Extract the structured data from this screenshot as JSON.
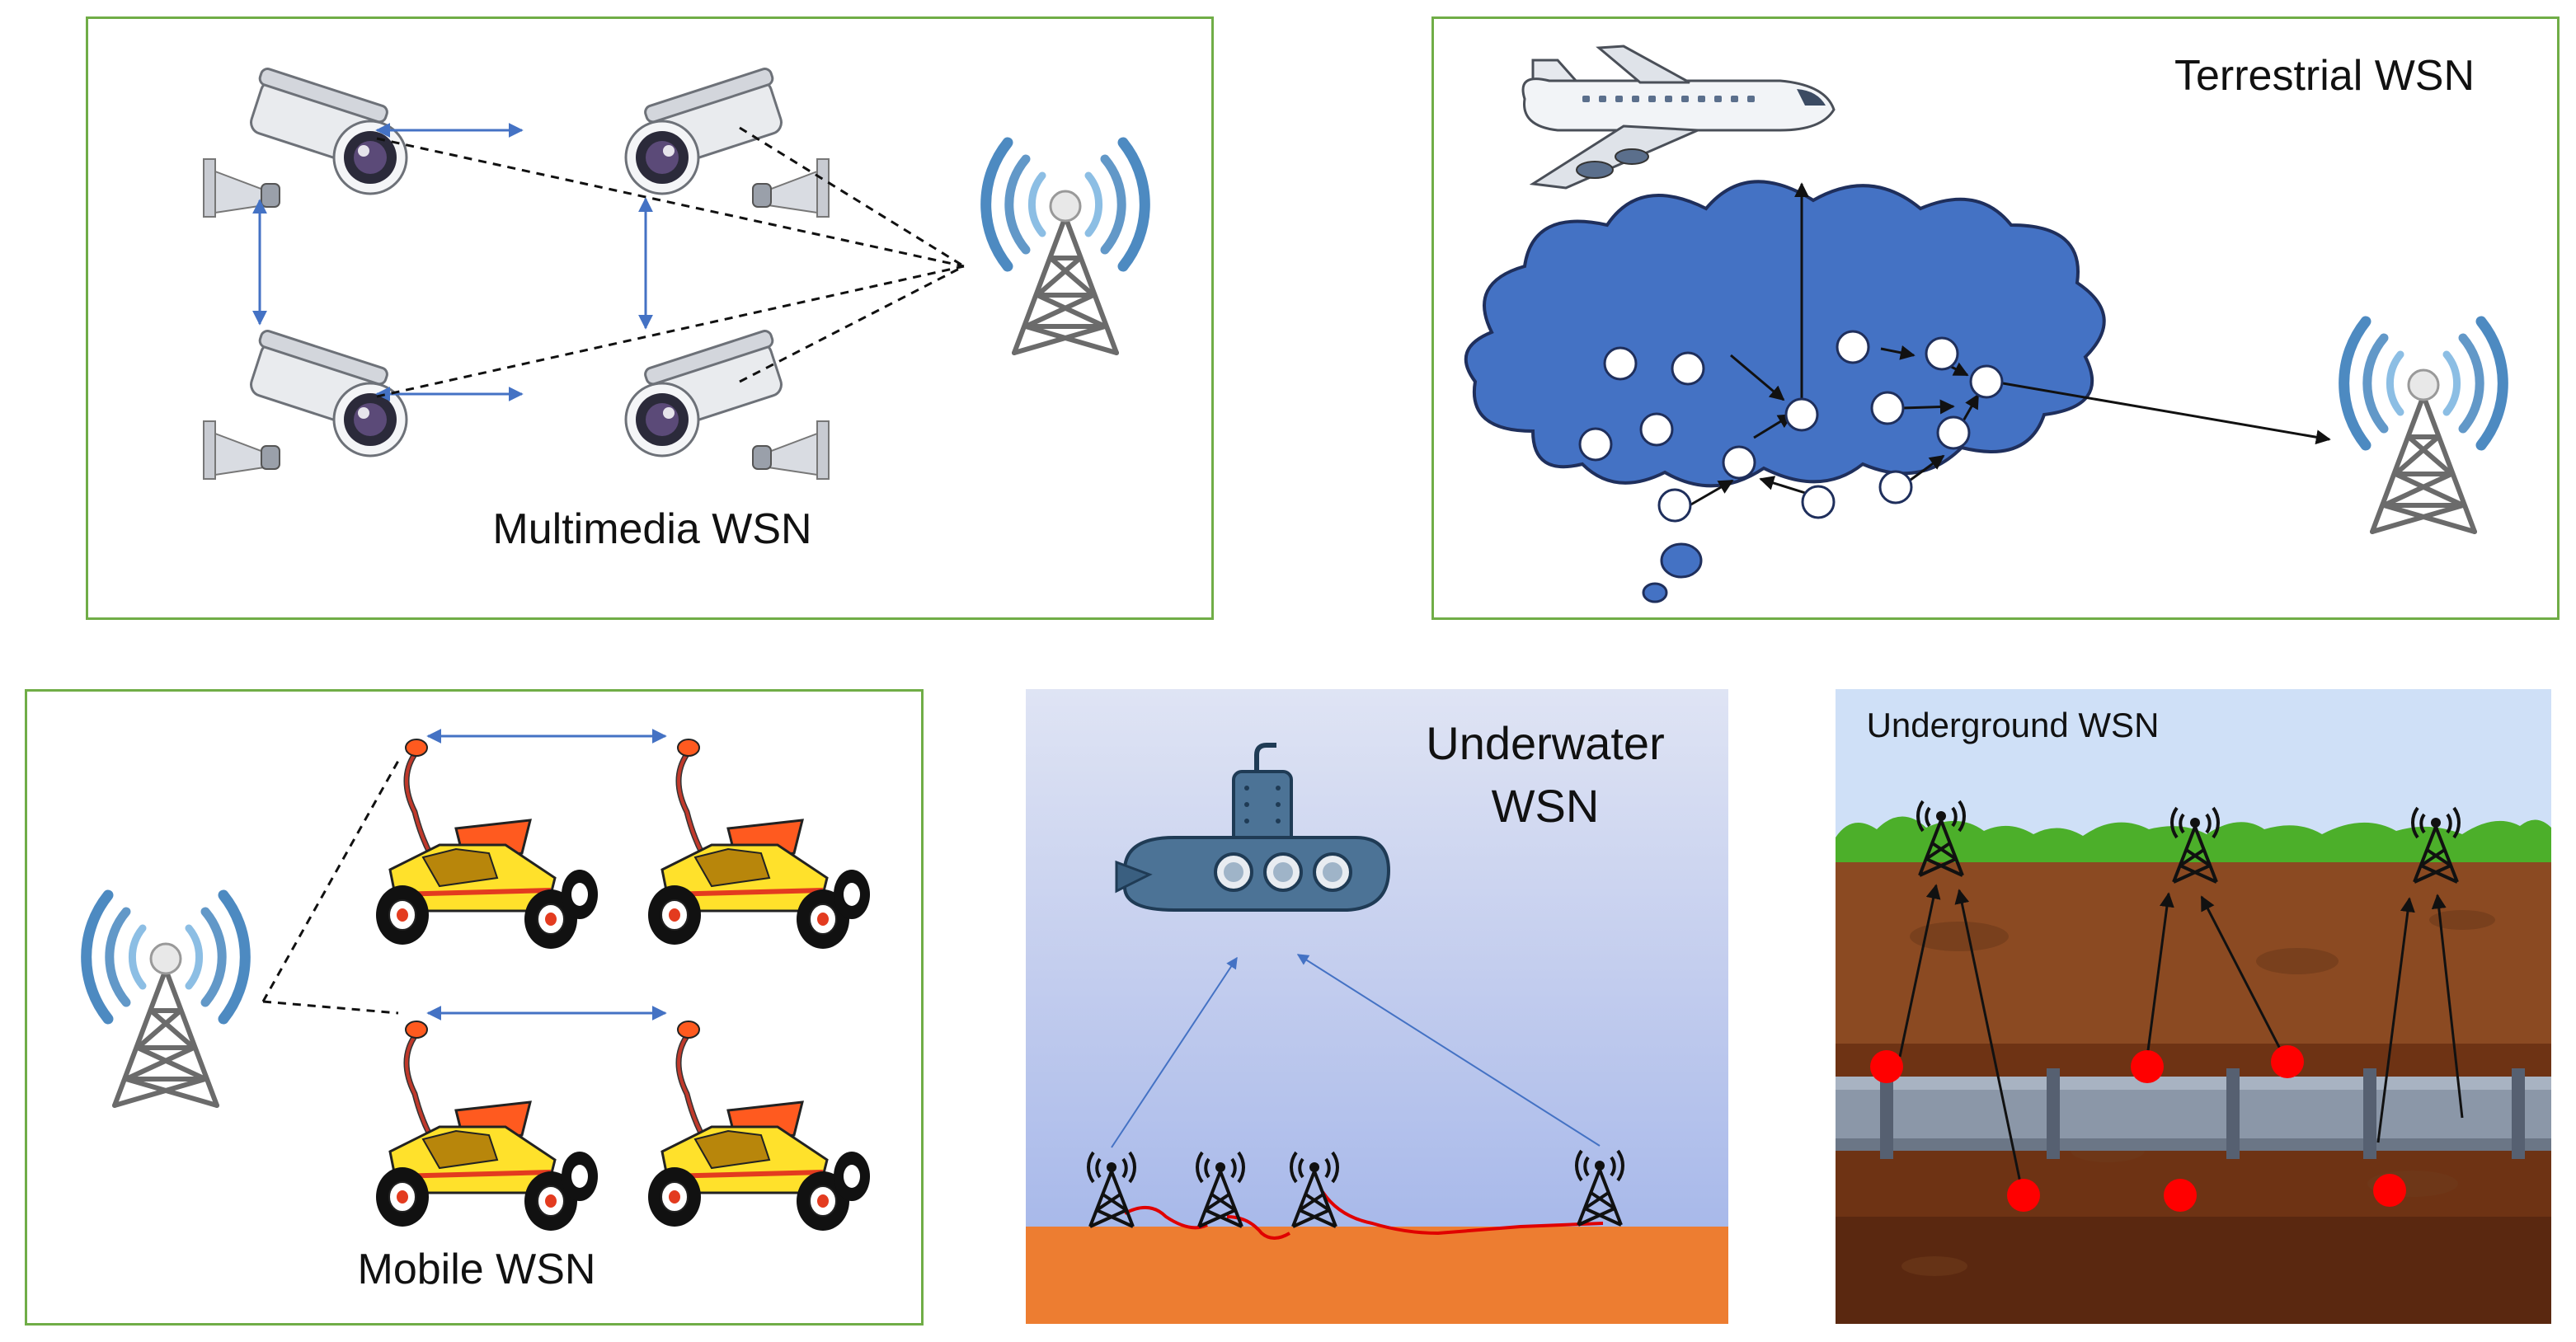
{
  "panels": {
    "multimedia": {
      "title": "Multimedia WSN",
      "icons": [
        "security-camera-icon",
        "cell-tower-icon"
      ]
    },
    "terrestrial": {
      "title": "Terrestrial WSN",
      "icons": [
        "airplane-icon",
        "cloud-icon",
        "sensor-node-icon",
        "cell-tower-icon"
      ]
    },
    "mobile": {
      "title": "Mobile WSN",
      "icons": [
        "rc-car-icon",
        "cell-tower-icon"
      ]
    },
    "underwater": {
      "title_line1": "Underwater",
      "title_line2": "WSN",
      "icons": [
        "submarine-icon",
        "small-tower-icon",
        "cable-line"
      ]
    },
    "underground": {
      "title": "Underground WSN",
      "icons": [
        "small-tower-icon",
        "pipeline",
        "sensor-dot"
      ]
    }
  },
  "colors": {
    "panel_border": "#70ad47",
    "link_arrow": "#4472c4",
    "cloud_fill": "#4472c4",
    "tower_wave": "#2e75b6",
    "sensor_red": "#ff0000",
    "sea_floor": "#ed7d31",
    "grass": "#4caf2a",
    "soil": "#8b4a22"
  }
}
